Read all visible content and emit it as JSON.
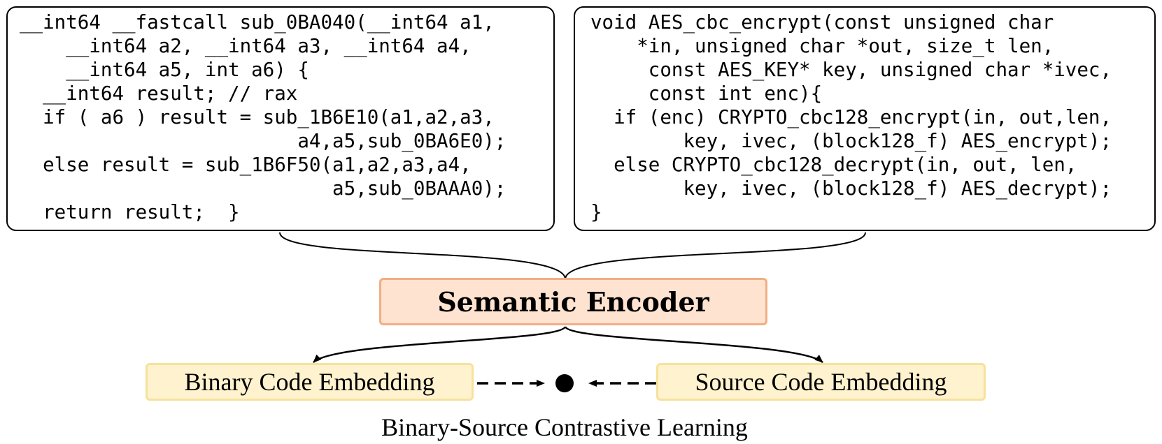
{
  "binary_code": {
    "lines": [
      "__int64 __fastcall sub_0BA040(__int64 a1,",
      "    __int64 a2, __int64 a3, __int64 a4,",
      "    __int64 a5, int a6) {",
      "  __int64 result; // rax",
      "  if ( a6 ) result = sub_1B6E10(a1,a2,a3,",
      "                        a4,a5,sub_0BA6E0);",
      "  else result = sub_1B6F50(a1,a2,a3,a4,",
      "                           a5,sub_0BAAA0);",
      "  return result;  }"
    ]
  },
  "source_code": {
    "lines": [
      "void AES_cbc_encrypt(const unsigned char",
      "    *in, unsigned char *out, size_t len,",
      "     const AES_KEY* key, unsigned char *ivec,",
      "     const int enc){",
      "  if (enc) CRYPTO_cbc128_encrypt(in, out,len,",
      "        key, ivec, (block128_f) AES_encrypt);",
      "  else CRYPTO_cbc128_decrypt(in, out, len,",
      "        key, ivec, (block128_f) AES_decrypt);",
      "}"
    ]
  },
  "encoder_label": "Semantic Encoder",
  "binary_embedding_label": "Binary Code Embedding",
  "source_embedding_label": "Source Code Embedding",
  "caption": "Binary-Source Contrastive Learning",
  "colors": {
    "encoder_fill": "#fde3d0",
    "encoder_border": "#f2ae82",
    "embedding_fill": "#fff2cf",
    "embedding_border": "#f7e29a"
  }
}
